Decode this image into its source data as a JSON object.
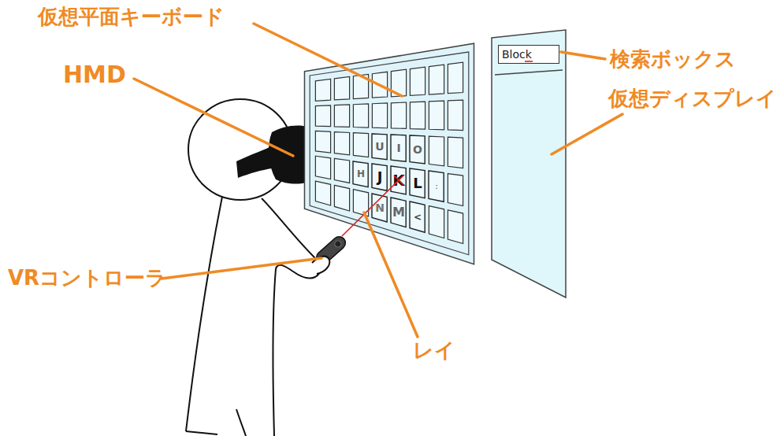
{
  "diagram": {
    "nodes": [
      {
        "text": [
          "U"
        ]
      },
      {
        "text": [
          "I"
        ]
      },
      {
        "text": [
          "O"
        ]
      },
      {
        "text": [
          "H"
        ]
      },
      {
        "text": [
          "J"
        ]
      },
      {
        "text": [
          "K"
        ]
      },
      {
        "text": [
          "L"
        ]
      },
      {
        "text": [
          ":"
        ]
      },
      {
        "text": [
          "N"
        ]
      },
      {
        "text": [
          "M"
        ]
      },
      {
        "text": [
          "<"
        ]
      },
      {
        "text": [
          "Block"
        ]
      }
    ],
    "labels": [
      "仮想平面キーボード",
      "HMD",
      "検索ボックス",
      "仮想ディスプレイ",
      "VRコントローラ",
      "レイ"
    ]
  }
}
